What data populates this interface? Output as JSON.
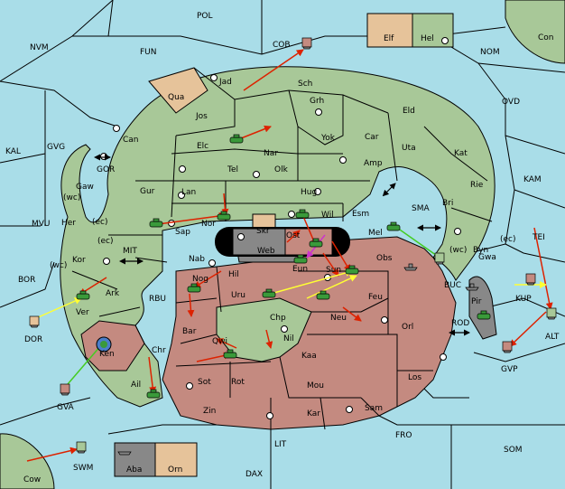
{
  "colors": {
    "sea": "#a9dde8",
    "land_green": "#a8c898",
    "land_red": "#c48a80",
    "land_tan": "#e6c39a",
    "land_gray": "#888888",
    "border": "#000000",
    "arrow_red": "#dd2200",
    "arrow_yellow": "#ffff33",
    "arrow_green": "#44cc22",
    "arrow_magenta": "#cc33cc",
    "unit_green": "#3a9a3a"
  },
  "sea_labels": [
    {
      "name": "POL",
      "text": "POL"
    },
    {
      "name": "FUN",
      "text": "FUN"
    },
    {
      "name": "NVM",
      "text": "NVM"
    },
    {
      "name": "COB",
      "text": "COB"
    },
    {
      "name": "NOM",
      "text": "NOM"
    },
    {
      "name": "OVD",
      "text": "OVD"
    },
    {
      "name": "KAL",
      "text": "KAL"
    },
    {
      "name": "GVG",
      "text": "GVG"
    },
    {
      "name": "GOR",
      "text": "GOR"
    },
    {
      "name": "KAM",
      "text": "KAM"
    },
    {
      "name": "SMA",
      "text": "SMA"
    },
    {
      "name": "TEI",
      "text": "TEI"
    },
    {
      "name": "MVU",
      "text": "MVU"
    },
    {
      "name": "MIT",
      "text": "MIT"
    },
    {
      "name": "BOR",
      "text": "BOR"
    },
    {
      "name": "RBU",
      "text": "RBU"
    },
    {
      "name": "BUC",
      "text": "BUC"
    },
    {
      "name": "KUP",
      "text": "KUP"
    },
    {
      "name": "DOR",
      "text": "DOR"
    },
    {
      "name": "ROD",
      "text": "ROD"
    },
    {
      "name": "ALT",
      "text": "ALT"
    },
    {
      "name": "GVP",
      "text": "GVP"
    },
    {
      "name": "GVA",
      "text": "GVA"
    },
    {
      "name": "FRO",
      "text": "FRO"
    },
    {
      "name": "SOM",
      "text": "SOM"
    },
    {
      "name": "LIT",
      "text": "LIT"
    },
    {
      "name": "SWM",
      "text": "SWM"
    },
    {
      "name": "DAX",
      "text": "DAX"
    }
  ],
  "land_labels": [
    {
      "name": "Con",
      "text": "Con"
    },
    {
      "name": "Elf",
      "text": "Elf"
    },
    {
      "name": "Hel",
      "text": "Hel"
    },
    {
      "name": "Jad",
      "text": "Jad"
    },
    {
      "name": "Sch",
      "text": "Sch"
    },
    {
      "name": "Qua",
      "text": "Qua"
    },
    {
      "name": "Jos",
      "text": "Jos"
    },
    {
      "name": "Grh",
      "text": "Grh"
    },
    {
      "name": "Eld",
      "text": "Eld"
    },
    {
      "name": "Can",
      "text": "Can"
    },
    {
      "name": "Elc",
      "text": "Elc"
    },
    {
      "name": "Yok",
      "text": "Yok"
    },
    {
      "name": "Car",
      "text": "Car"
    },
    {
      "name": "Uta",
      "text": "Uta"
    },
    {
      "name": "Nar",
      "text": "Nar"
    },
    {
      "name": "Tel",
      "text": "Tel"
    },
    {
      "name": "Olk",
      "text": "Olk"
    },
    {
      "name": "Amp",
      "text": "Amp"
    },
    {
      "name": "Kat",
      "text": "Kat"
    },
    {
      "name": "Gaw",
      "text": "Gaw"
    },
    {
      "name": "Gur",
      "text": "Gur"
    },
    {
      "name": "Lan",
      "text": "Lan"
    },
    {
      "name": "Hug",
      "text": "Hug"
    },
    {
      "name": "Rie",
      "text": "Rie"
    },
    {
      "name": "Bri",
      "text": "Bri"
    },
    {
      "name": "Wil",
      "text": "Wil"
    },
    {
      "name": "Esm",
      "text": "Esm"
    },
    {
      "name": "Her",
      "text": "Her"
    },
    {
      "name": "Nor",
      "text": "Nor"
    },
    {
      "name": "Sap",
      "text": "Sap"
    },
    {
      "name": "Skr",
      "text": "Skr"
    },
    {
      "name": "Ost",
      "text": "Ost"
    },
    {
      "name": "Mel",
      "text": "Mel"
    },
    {
      "name": "Byn",
      "text": "Byn"
    },
    {
      "name": "Web",
      "text": "Web"
    },
    {
      "name": "Kor",
      "text": "Kor"
    },
    {
      "name": "Nab",
      "text": "Nab"
    },
    {
      "name": "Eun",
      "text": "Eun"
    },
    {
      "name": "Sun",
      "text": "Sun"
    },
    {
      "name": "Obs",
      "text": "Obs"
    },
    {
      "name": "Gwa",
      "text": "Gwa"
    },
    {
      "name": "Hil",
      "text": "Hil"
    },
    {
      "name": "Nog",
      "text": "Nog"
    },
    {
      "name": "Pir",
      "text": "Pir"
    },
    {
      "name": "Ark",
      "text": "Ark"
    },
    {
      "name": "Uru",
      "text": "Uru"
    },
    {
      "name": "Feu",
      "text": "Feu"
    },
    {
      "name": "Ver",
      "text": "Ver"
    },
    {
      "name": "Chp",
      "text": "Chp"
    },
    {
      "name": "Neu",
      "text": "Neu"
    },
    {
      "name": "Orl",
      "text": "Orl"
    },
    {
      "name": "Bar",
      "text": "Bar"
    },
    {
      "name": "Qwi",
      "text": "Qwi"
    },
    {
      "name": "Nil",
      "text": "Nil"
    },
    {
      "name": "Chr",
      "text": "Chr"
    },
    {
      "name": "Ken",
      "text": "Ken"
    },
    {
      "name": "Kaa",
      "text": "Kaa"
    },
    {
      "name": "Sot",
      "text": "Sot"
    },
    {
      "name": "Rot",
      "text": "Rot"
    },
    {
      "name": "Ail",
      "text": "Ail"
    },
    {
      "name": "Mou",
      "text": "Mou"
    },
    {
      "name": "Los",
      "text": "Los"
    },
    {
      "name": "Zin",
      "text": "Zin"
    },
    {
      "name": "Kar",
      "text": "Kar"
    },
    {
      "name": "Sam",
      "text": "Sam"
    },
    {
      "name": "Cow",
      "text": "Cow"
    },
    {
      "name": "Aba",
      "text": "Aba"
    },
    {
      "name": "Orn",
      "text": "Orn"
    }
  ],
  "coast_labels": [
    {
      "name": "Gaw-wc",
      "text": "(wc)"
    },
    {
      "name": "Her-ec",
      "text": "(ec)"
    },
    {
      "name": "Kor-ec",
      "text": "(ec)"
    },
    {
      "name": "Kor-wc",
      "text": "(wc)"
    },
    {
      "name": "Gwa-ec",
      "text": "(ec)"
    },
    {
      "name": "Byn-wc",
      "text": "(wc)"
    }
  ]
}
